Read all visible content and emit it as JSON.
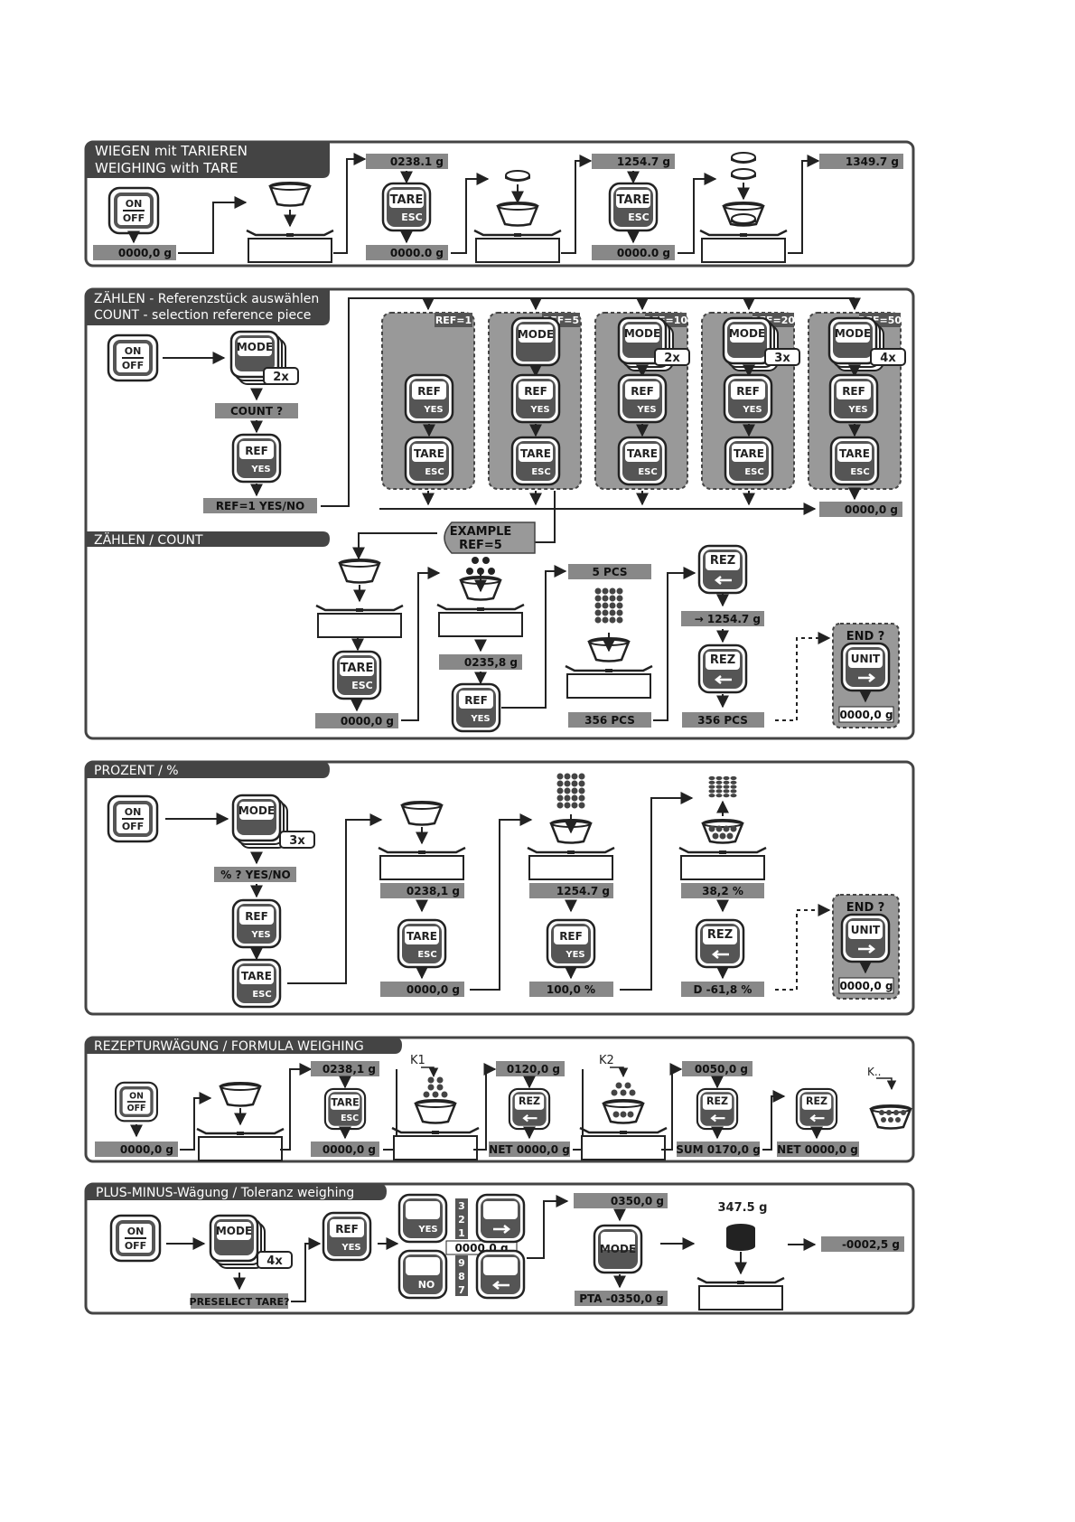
{
  "weigh": {
    "title1": "WIEGEN mit TARIEREN",
    "title2": "WEIGHING with TARE",
    "on": "ON",
    "off": "OFF",
    "tare": "TARE",
    "esc": "ESC",
    "d0": "0000,0 g",
    "d1": "0238.1 g",
    "d2": "0000.0 g",
    "d3": "1254.7 g",
    "d4": "0000.0 g",
    "d5": "1349.7 g"
  },
  "count": {
    "title1": "ZÄHLEN - Referenzstück auswählen",
    "title2": "COUNT   - selection reference piece",
    "mode": "MODE",
    "ref": "REF",
    "yes": "YES",
    "tare": "TARE",
    "esc": "ESC",
    "x2": "2x",
    "x3": "3x",
    "x4": "4x",
    "prompt": "COUNT ?",
    "refyes": "REF=1   YES/NO",
    "panels": [
      "REF=1",
      "REF=5",
      "REF=10",
      "REF=20",
      "REF=50"
    ],
    "zero": "0000,0 g"
  },
  "counting": {
    "title": "ZÄHLEN / COUNT",
    "example1": "EXAMPLE",
    "example2": "REF=5",
    "d_zero": "0000,0 g",
    "d_weight": "0235,8 g",
    "pcs5": "5 PCS",
    "pcs356a": "356 PCS",
    "arrow_weight": "→  1254.7 g",
    "pcs356b": "356 PCS",
    "rez": "REZ",
    "tare": "TARE",
    "esc": "ESC",
    "ref": "REF",
    "yes": "YES",
    "end": "END ?",
    "unit": "UNIT",
    "end_zero": "0000,0 g"
  },
  "percent": {
    "title": "PROZENT  /  %",
    "on": "ON",
    "off": "OFF",
    "mode": "MODE",
    "x3": "3x",
    "prompt": "% ?   YES/NO",
    "ref": "REF",
    "yes": "YES",
    "tare": "TARE",
    "esc": "ESC",
    "rez": "REZ",
    "d1": "0238,1 g",
    "d2": "0000,0 g",
    "d3": "1254.7 g",
    "d4": "100,0 %",
    "d5": "38,2 %",
    "d6": "D  -61,8 %",
    "end": "END ?",
    "unit": "UNIT",
    "end_zero": "0000,0 g"
  },
  "formula": {
    "title": "REZEPTURWÄGUNG  /  FORMULA WEIGHING",
    "on": "ON",
    "off": "OFF",
    "tare": "TARE",
    "esc": "ESC",
    "rez": "REZ",
    "d0": "0000,0 g",
    "d1": "0238,1 g",
    "d2": "0000,0 g",
    "d3": "0120,0 g",
    "d4": "NET 0000,0 g",
    "d5": "0050,0 g",
    "d6": "SUM 0170,0 g",
    "d7": "NET 0000,0 g",
    "k1": "K1",
    "k2": "K2",
    "kn": "K.."
  },
  "plusminus": {
    "title": "PLUS-MINUS-Wägung  /  Toleranz weighing",
    "on": "ON",
    "off": "OFF",
    "mode": "MODE",
    "x4": "4x",
    "preselect": "PRESELECT TARE?",
    "ref": "REF",
    "yes": "YES",
    "no": "NO",
    "digits_up": [
      "3",
      "2",
      "1"
    ],
    "digits_mid": "0000.0 g",
    "digits_down": [
      "9",
      "8",
      "7"
    ],
    "d1": "0350,0 g",
    "pta": "PTA  -0350,0 g",
    "weight": "347.5 g",
    "result": "-0002,5 g"
  }
}
